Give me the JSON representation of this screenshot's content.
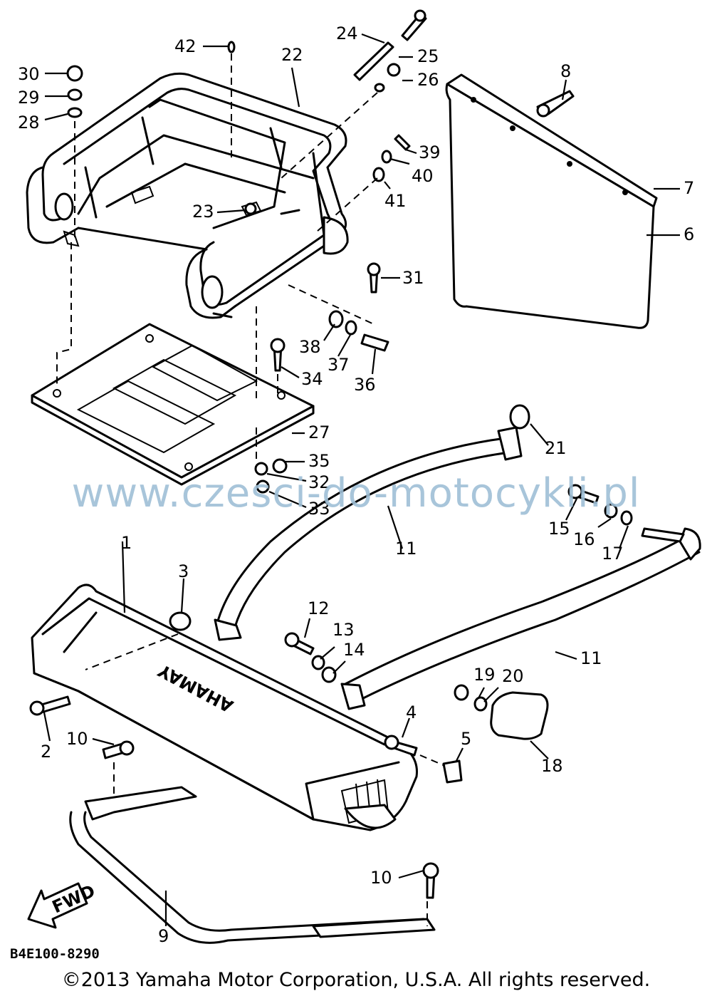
{
  "diagram": {
    "callouts": [
      "1",
      "2",
      "3",
      "4",
      "5",
      "6",
      "7",
      "8",
      "9",
      "10",
      "10",
      "11",
      "11",
      "12",
      "13",
      "14",
      "15",
      "16",
      "17",
      "18",
      "19",
      "20",
      "21",
      "22",
      "23",
      "24",
      "25",
      "26",
      "27",
      "28",
      "29",
      "30",
      "31",
      "32",
      "33",
      "34",
      "35",
      "36",
      "37",
      "38",
      "39",
      "40",
      "41",
      "42"
    ],
    "fwd_label": "FWD",
    "logo_text": "YAMAHA"
  },
  "watermark": "www.czesci-do-motocykli.pl",
  "ref_code": "B4E100-8290",
  "copyright": "©2013 Yamaha Motor Corporation, U.S.A. All rights reserved."
}
